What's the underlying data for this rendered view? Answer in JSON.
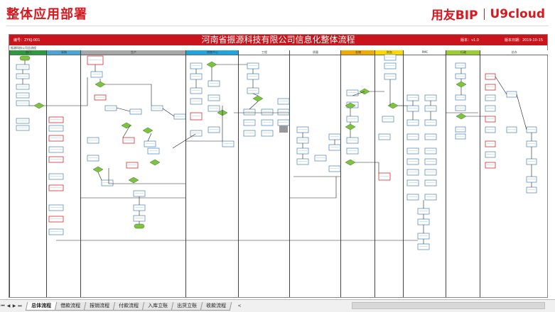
{
  "slide": {
    "title": "整体应用部署"
  },
  "brand": {
    "left": "用友BIP",
    "right": "U9cloud",
    "color": "#d7181f"
  },
  "sheet": {
    "doc_no": "编号：ZYKJ-001",
    "title": "河南省振源科技有限公司信息化整体流程",
    "version": "版本：v1.0",
    "date": "版本日期：2019-10-15",
    "subnote": "振源科技公司总流程",
    "banner_color": "#c9141b",
    "lanes": [
      {
        "label": "部门",
        "color": "#2e9a3e"
      },
      {
        "label": "采购",
        "color": "#4aa4d6"
      },
      {
        "label": "生产",
        "color": "#a6a6a6"
      },
      {
        "label": "销售中心",
        "color": "#1fa6e0"
      },
      {
        "label": "工程",
        "color": "#ffffff"
      },
      {
        "label": "质量",
        "color": "#ffffff"
      },
      {
        "label": "仓储",
        "color": "#f2a900"
      },
      {
        "label": "财务",
        "color": "#ffd800"
      },
      {
        "label": "PMC",
        "color": "#ffffff"
      },
      {
        "label": "行政",
        "color": "#9acd32"
      },
      {
        "label": "总办",
        "color": "#ffffff"
      }
    ]
  },
  "tabs": {
    "items": [
      "总体流程",
      "借款流程",
      "报销流程",
      "付款流程",
      "入库立账",
      "出货立账",
      "收款流程"
    ],
    "active_index": 0
  },
  "nav": {
    "first": "⏮",
    "prev": "◀",
    "next": "▶",
    "last": "⏭",
    "more": "<"
  }
}
